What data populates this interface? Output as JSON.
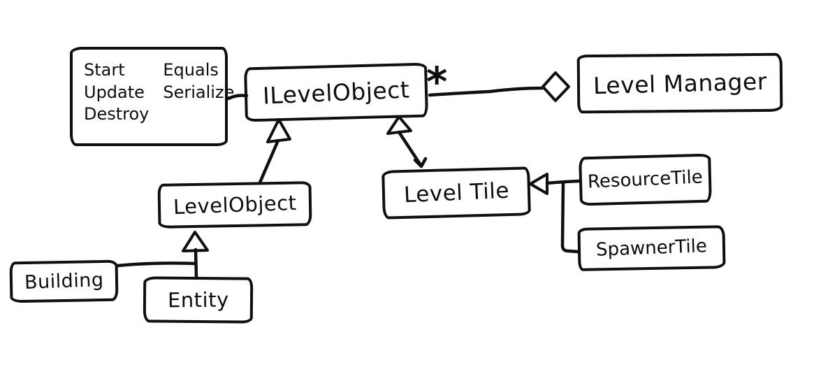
{
  "colors": {
    "background": "#ffffff",
    "ink": "#0d0d0d"
  },
  "note_box": {
    "col1": [
      "Start",
      "Update",
      "Destroy"
    ],
    "col2": [
      "Equals",
      "Serialize"
    ]
  },
  "classes": {
    "ilevelobject": "ILevelObject",
    "levelmanager": "Level Manager",
    "levelobject": "LevelObject",
    "leveltile": "Level Tile",
    "resourcetile": "ResourceTile",
    "spawnertile": "SpawnerTile",
    "building": "Building",
    "entity": "Entity"
  },
  "aggregation": {
    "from": "ILevelObject",
    "to": "Level Manager",
    "multiplicity": "*",
    "type": "aggregation"
  },
  "inheritance": [
    {
      "child": "LevelObject",
      "parent": "ILevelObject"
    },
    {
      "child": "LevelTile",
      "parent": "ILevelObject"
    },
    {
      "child": "Building",
      "parent": "LevelObject"
    },
    {
      "child": "Entity",
      "parent": "LevelObject"
    },
    {
      "child": "ResourceTile",
      "parent": "LevelTile"
    },
    {
      "child": "SpawnerTile",
      "parent": "LevelTile"
    }
  ]
}
